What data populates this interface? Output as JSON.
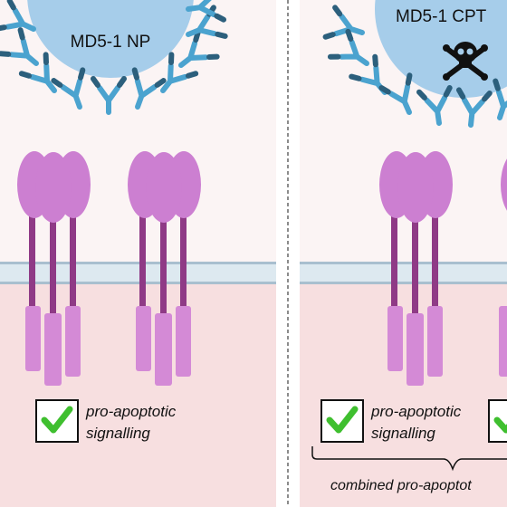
{
  "panels": [
    {
      "nanoparticle_label": "MD5-1 NP",
      "has_payload": false
    },
    {
      "nanoparticle_label": "MD5-1 CPT",
      "has_payload": true
    }
  ],
  "labels": {
    "pro_apoptotic_line1": "pro-apoptotic",
    "pro_apoptotic_line2": "signalling",
    "combined": "combined pro-apoptot"
  },
  "icons": {
    "payload": "skull-crossbones-icon",
    "check": "checkmark-icon"
  },
  "colors": {
    "extracellular_bg": "#fbf4f4",
    "intracellular_bg": "#f7dfe0",
    "membrane_fill": "#dde9f0",
    "membrane_line": "#a9bfcf",
    "nanoparticle": "#a6cdea",
    "antibody_light": "#4ba3cf",
    "antibody_dark": "#2c5f7c",
    "receptor_head": "#cc7fd1",
    "receptor_stem": "#8f3a86",
    "receptor_tail": "#d48ad6",
    "check_green": "#3fbf2f",
    "divider": "#666666"
  }
}
